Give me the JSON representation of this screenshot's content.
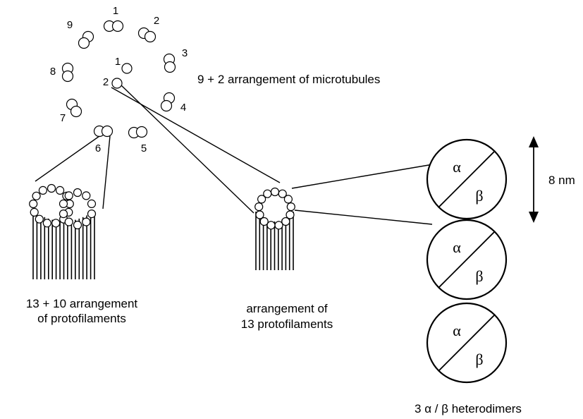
{
  "doublet_numbers": [
    "1",
    "2",
    "3",
    "4",
    "5",
    "6",
    "7",
    "8",
    "9"
  ],
  "central_numbers": [
    "1",
    "2"
  ],
  "labels": {
    "nine_plus_two": "9 + 2 arrangement of microtubules",
    "thirteen_plus_ten": [
      "13 + 10 arrangement",
      "of protofilaments"
    ],
    "thirteen": [
      "arrangement of",
      "13 protofilaments"
    ],
    "heterodimers": "3 α / β heterodimers",
    "scale": "8 nm"
  },
  "heterodimer": {
    "alpha": "α",
    "beta": "β"
  },
  "heterodimer_count": 3
}
